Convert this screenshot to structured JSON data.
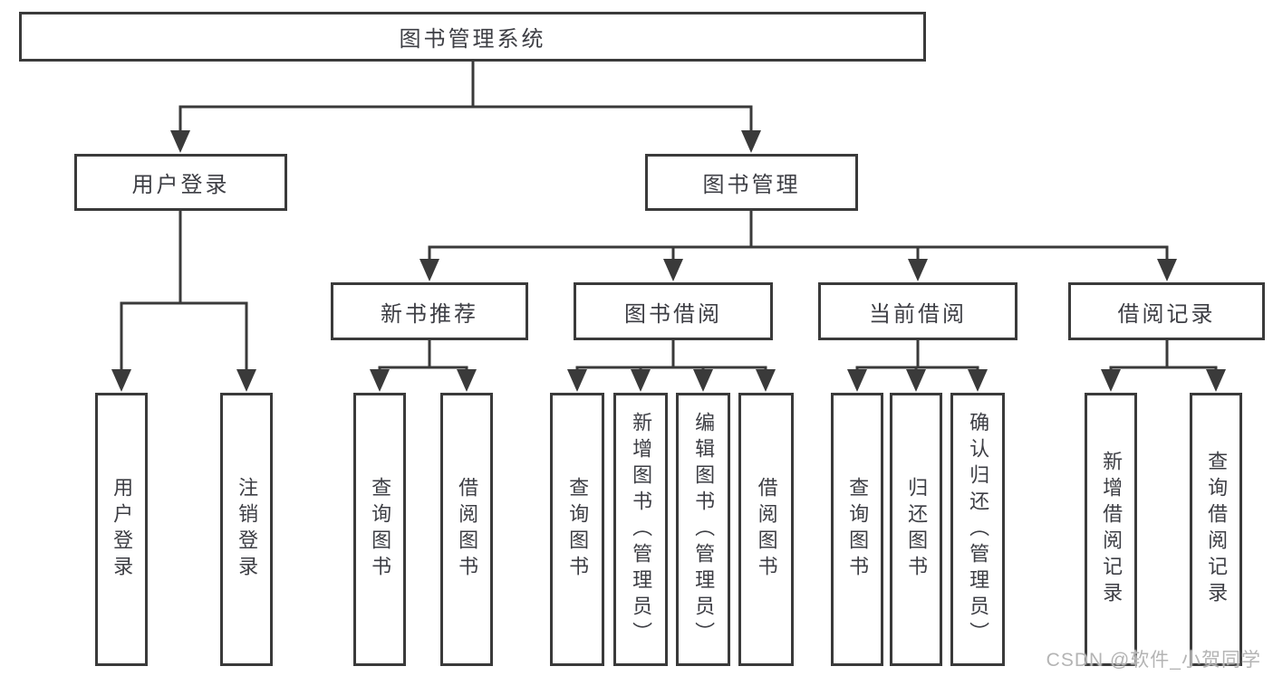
{
  "diagram": {
    "root": {
      "label": "图书管理系统"
    },
    "branches": [
      {
        "label": "用户登录",
        "children": [
          {
            "label": "用户登录"
          },
          {
            "label": "注销登录"
          }
        ]
      },
      {
        "label": "图书管理",
        "groups": [
          {
            "label": "新书推荐",
            "children": [
              {
                "label": "查询图书"
              },
              {
                "label": "借阅图书"
              }
            ]
          },
          {
            "label": "图书借阅",
            "children": [
              {
                "label": "查询图书"
              },
              {
                "label": "新增图书（管理员）"
              },
              {
                "label": "编辑图书（管理员）"
              },
              {
                "label": "借阅图书"
              }
            ]
          },
          {
            "label": "当前借阅",
            "children": [
              {
                "label": "查询图书"
              },
              {
                "label": "归还图书"
              },
              {
                "label": "确认归还（管理员）"
              }
            ]
          },
          {
            "label": "借阅记录",
            "children": [
              {
                "label": "新增借阅记录"
              },
              {
                "label": "查询借阅记录"
              }
            ]
          }
        ]
      }
    ]
  },
  "watermark": {
    "text": "CSDN @软件_小贺同学"
  },
  "colors": {
    "line": "#3a3a3a",
    "text": "#3d3e44",
    "background": "#ffffff",
    "watermark": "#b4b4b4"
  }
}
